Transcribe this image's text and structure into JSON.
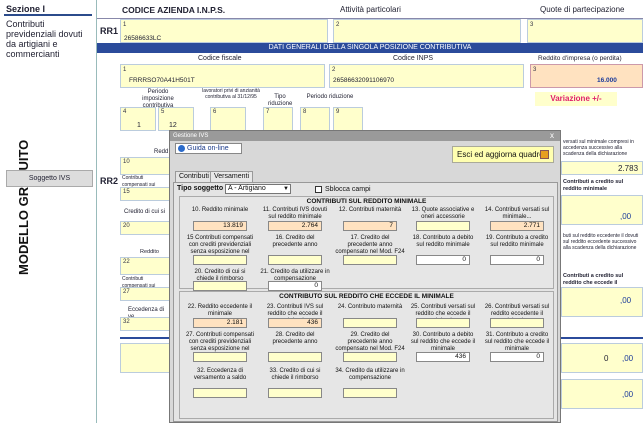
{
  "sidebar": {
    "section": "Sezione I",
    "contributors": "Contributi previdenziali dovuti da artigiani e commercianti",
    "vertical_title": "MODELLO GRATUITO",
    "soggetto_button": "Soggetto IVS"
  },
  "header": {
    "codice_azienda": "CODICE AZIENDA I.N.P.S.",
    "attivita": "Attività particolari",
    "quote": "Quote di partecipazione"
  },
  "rr1": {
    "label": "RR1",
    "codice_value": "26586633LC",
    "n1": "1",
    "n2": "2",
    "n3": "3",
    "bar_title": "DATI GENERALI DELLA SINGOLA POSIZIONE CONTRIBUTIVA",
    "codice_fiscale_label": "Codice fiscale",
    "codice_inps_label": "Codice INPS",
    "reddito_label": "Reddito d'impresa (o perdita)",
    "codice_fiscale_value": "FRRRSO70A41H501T",
    "codice_inps_value": "26586632091106970",
    "reddito_value": "16.000",
    "periodo_imposizione": "Periodo imposizione contributiva",
    "lavoratori": "lavoratori privi di anzianità contributiva al 31/12/95",
    "tipo_riduzione": "Tipo riduzione",
    "periodo_riduzione": "Periodo riduzione",
    "variazione": "Variazione +/-",
    "row_n4": "4",
    "row_n5": "5",
    "row_n6": "6",
    "row_n7": "7",
    "row_n8": "8",
    "row_n9": "9",
    "row_v4": "1",
    "row_v5": "12",
    "n1b": "1",
    "n2b": "2",
    "n3b": "3"
  },
  "rr2": {
    "label": "RR2",
    "left_labels": [
      "Redd",
      "Contributi compensati sui credito previdenziali senza e",
      "Credito di cui si",
      "Reddito ecce",
      "Contributi compensati sui credito previdenziali senza e",
      "Eccedenza di ve"
    ],
    "left_nums": [
      "10",
      "15",
      "20",
      "22",
      "27",
      "32"
    ],
    "right_text_1": "versati sul minimale compresi in accedenza successivo alla scadenza della dichiarazione",
    "right_value_1": "2.783",
    "right_text_2": "Contributi a credito sul reddito minimale",
    "right_text_3": "buti sul reddito eccedente il dovuti sul reddito eccedente successivo alla scadenza della dichiarazione",
    "right_text_4": "Contributi a credito sul reddito che eccede il minimale",
    "right_zero": ",00",
    "bottom_right_value": "0",
    "bottom_right_zero": ",00"
  },
  "dialog": {
    "title": "Gestione IVS",
    "close": "x",
    "guida": "Guida on-line",
    "esci": "Esci ed aggiorna quadro",
    "tabs": [
      "Contributi",
      "Versamenti"
    ],
    "tipo_soggetto_label": "Tipo soggetto",
    "tipo_soggetto_value": "A - Artigiano",
    "sblocca": "Sblocca campi",
    "section1_title": "CONTRIBUTI SUL REDDITO MINIMALE",
    "section1_row1": [
      {
        "label": "10. Reddito minimale",
        "value": "13.819",
        "style": "pe"
      },
      {
        "label": "11. Contributi IVS dovuti sul reddito minimale",
        "value": "2.764",
        "style": "pe"
      },
      {
        "label": "12. Contributi maternità",
        "value": "7",
        "style": "pe"
      },
      {
        "label": "13. Quote associative e oneri accessorie",
        "value": "",
        "style": "yel"
      },
      {
        "label": "14. Contributi versati sul minimale...",
        "value": "2.771",
        "style": "pe"
      }
    ],
    "section1_row2": [
      {
        "label": "15 Contributi compensati con crediti previdenziali senza esposizione nel Mod. F24",
        "value": "",
        "style": "yel"
      },
      {
        "label": "16. Credito del precedente anno",
        "value": "",
        "style": "yel"
      },
      {
        "label": "17. Credito del precedente anno compensato nel Mod. F24",
        "value": "",
        "style": "yel"
      },
      {
        "label": "18. Contributo a debito sul reddito minimale",
        "value": "0",
        "style": "wh"
      },
      {
        "label": "19. Contributo a credito sul reddito minimale",
        "value": "0",
        "style": "wh"
      }
    ],
    "section1_row3": [
      {
        "label": "20. Credito di cui si chiede il rimborso",
        "value": "",
        "style": "yel"
      },
      {
        "label": "21. Credito da utilizzare in compensazione",
        "value": "0",
        "style": "wh"
      }
    ],
    "section2_title": "CONTRIBUTO SUL REDDITO CHE ECCEDE IL MINIMALE",
    "section2_row1": [
      {
        "label": "22. Reddito eccedente il minimale",
        "value": "2.181",
        "style": "pe"
      },
      {
        "label": "23. Contributi IVS sul reddito che eccede il minimale",
        "value": "436",
        "style": "pe"
      },
      {
        "label": "24. Contributo maternità",
        "value": "",
        "style": "yel"
      },
      {
        "label": "25. Contributi versati sul reddito che eccede il minimale",
        "value": "",
        "style": "yel"
      },
      {
        "label": "26. Contributi versati sul reddito eccedente il minimale...",
        "value": "",
        "style": "yel"
      }
    ],
    "section2_row2": [
      {
        "label": "27. Contributi compensati con crediti previdenziali senza esposizione nel Mod. F24",
        "value": "",
        "style": "yel"
      },
      {
        "label": "28. Credito del precedente anno",
        "value": "",
        "style": "yel"
      },
      {
        "label": "29. Credito del precedente anno compensato nel Mod. F24",
        "value": "",
        "style": "yel"
      },
      {
        "label": "30. Contributo a debito sul reddito che eccede il minimale",
        "value": "436",
        "style": "wh"
      },
      {
        "label": "31. Contributo a credito sul reddito che eccede il minimale",
        "value": "0",
        "style": "wh"
      }
    ],
    "section2_row3": [
      {
        "label": "32. Eccedenza di versamento a saldo",
        "value": "",
        "style": "yel"
      },
      {
        "label": "33. Credito di cui si chiede il rimborso",
        "value": "",
        "style": "yel"
      },
      {
        "label": "34. Credito da utilizzare in compensazione",
        "value": "",
        "style": "yel"
      }
    ]
  },
  "colors": {
    "accent_blue": "#2b4b9b",
    "field_yellow": "#ffffcc",
    "field_peach": "#ffe2c0",
    "variazione_red": "#e0206a"
  }
}
